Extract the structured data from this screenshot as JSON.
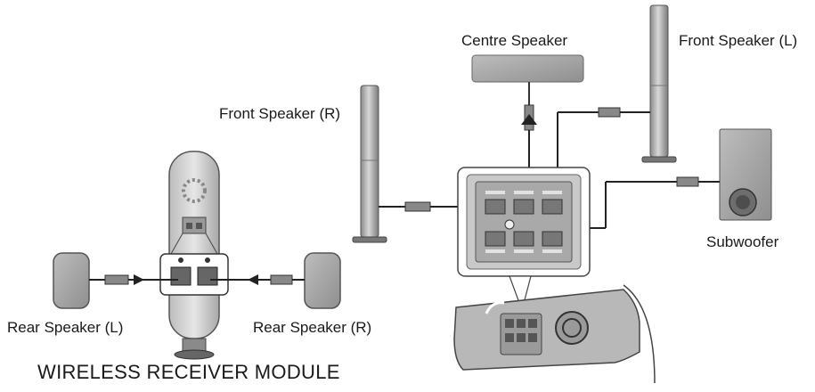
{
  "labels": {
    "centre_speaker": "Centre Speaker",
    "front_speaker_left": "Front Speaker (L)",
    "front_speaker_right": "Front Speaker (R)",
    "subwoofer": "Subwoofer",
    "rear_speaker_left": "Rear Speaker (L)",
    "rear_speaker_right": "Rear Speaker (R)",
    "wireless_receiver_module": "WIRELESS RECEIVER MODULE"
  }
}
